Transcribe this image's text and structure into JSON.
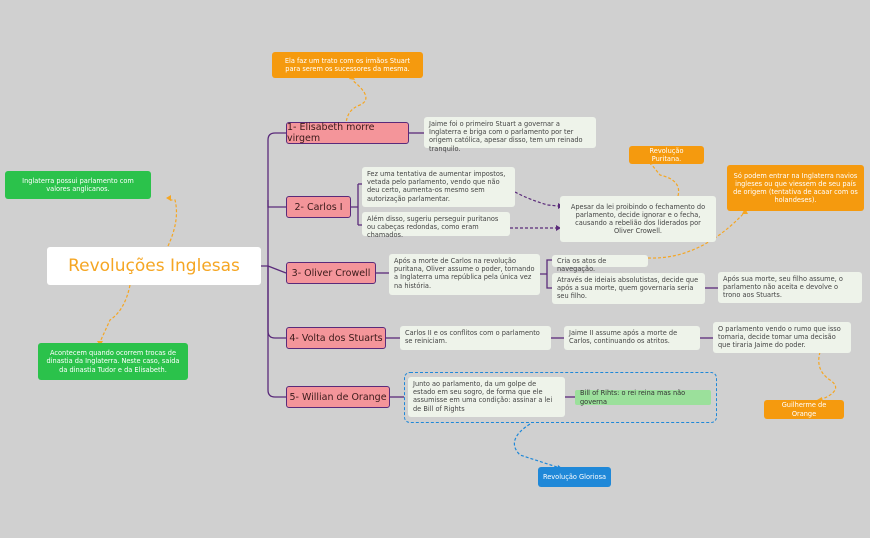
{
  "root": {
    "title": "Revoluções Inglesas"
  },
  "topics": [
    {
      "label": "1- Elisabeth morre virgem"
    },
    {
      "label": "2- Carlos I"
    },
    {
      "label": "3- Oliver Crowell"
    },
    {
      "label": "4- Volta dos Stuarts"
    },
    {
      "label": "5- Willian de Orange"
    }
  ],
  "notes": {
    "elisabeth_note": "Jaime foi o primeiro Stuart a governar a Inglaterra e briga com o parlamento por ter origem católica, apesar disso, tem um reinado tranquilo.",
    "elisabeth_callout": "Ela faz um trato com os irmãos Stuart para serem os sucessores da mesma.",
    "carlos_note1": "Fez uma tentativa de aumentar impostos, vetada pelo parlamento, vendo que não deu certo, aumenta-os mesmo sem autorização parlamentar.",
    "carlos_note2": "Além disso, sugeriu perseguir puritanos ou cabeças redondas, como eram chamados.",
    "carlos_result": "Apesar da lei proibindo o fechamento do parlamento, decide ignorar e o fecha, causando a rebelião dos liderados por Oliver Crowell.",
    "revolucao_puritana": "Revolução Puritana.",
    "oliver_note": "Após a morte de Carlos na revolução puritana, Oliver assume o poder, tornando a Inglaterra uma república pela única vez na história.",
    "oliver_acts": "Cria os atos de navegação.",
    "oliver_acts_callout": "Só podem entrar na Inglaterra navios ingleses ou que viessem de seu país de origem (tentativa de acaar com os holandeses).",
    "oliver_successor": "Através de ideiais absolutistas, decide que após a sua morte, quem governaria seria seu filho.",
    "oliver_son": "Após sua morte, seu filho assume, o parlamento não aceita e devolve o trono aos Stuarts.",
    "stuarts_note": "Carlos II e os conflitos com o parlamento se reiniciam.",
    "stuarts_jaime": "Jaime II assume após a morte de Carlos, continuando os atritos.",
    "stuarts_parlamento": "O parlamento vendo o rumo que isso tomaria, decide tomar uma decisão que tiraria Jaime do poder.",
    "guilherme": "Guilherme de Orange",
    "orange_note": "Junto ao parlamento, da um golpe de estado em seu sogro, de forma que ele assumisse em uma condição: assinar a lei de Bill of Rights",
    "bill_of_rights": "Bill of Rihts: o rei reina mas não governa",
    "revolucao_gloriosa": "Revolução Gloriosa",
    "left_top": "Inglaterra possui parlamento com valores anglicanos.",
    "left_bottom": "Acontecem quando ocorrem trocas de dinastia da Inglaterra. Neste caso, saída da dinastia Tudor e da Elisabeth."
  },
  "colors": {
    "background": "#d0d0d0",
    "root_text": "#f5a623",
    "topic_fill": "#f4959a",
    "branch_line": "#5a2a7a",
    "callout_orange": "#f59a0e",
    "callout_green": "#2bc24b",
    "callout_blue": "#1f88d8"
  }
}
